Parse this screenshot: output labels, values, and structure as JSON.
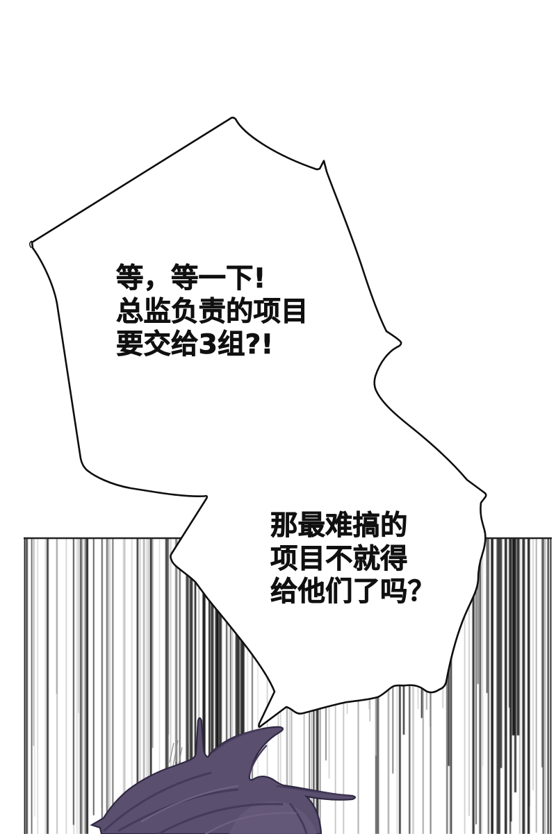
{
  "panel": {
    "kind": "comic-panel"
  },
  "colors": {
    "ink": "#101010",
    "paper": "#ffffff",
    "hair_base": "#5d5170",
    "hair_shadow": "#453a5a",
    "hair_light": "#6f6182",
    "hair_patch": "#675a7a",
    "pencil": "#8b8b8b"
  },
  "speech": {
    "block1": {
      "line1": "等，等一下!",
      "line2": "总监负责的项目",
      "line3": "要交给3组?!"
    },
    "block2": {
      "line1": "那最难搞的",
      "line2": "项目不就得",
      "line3": "给他们了吗？"
    }
  }
}
